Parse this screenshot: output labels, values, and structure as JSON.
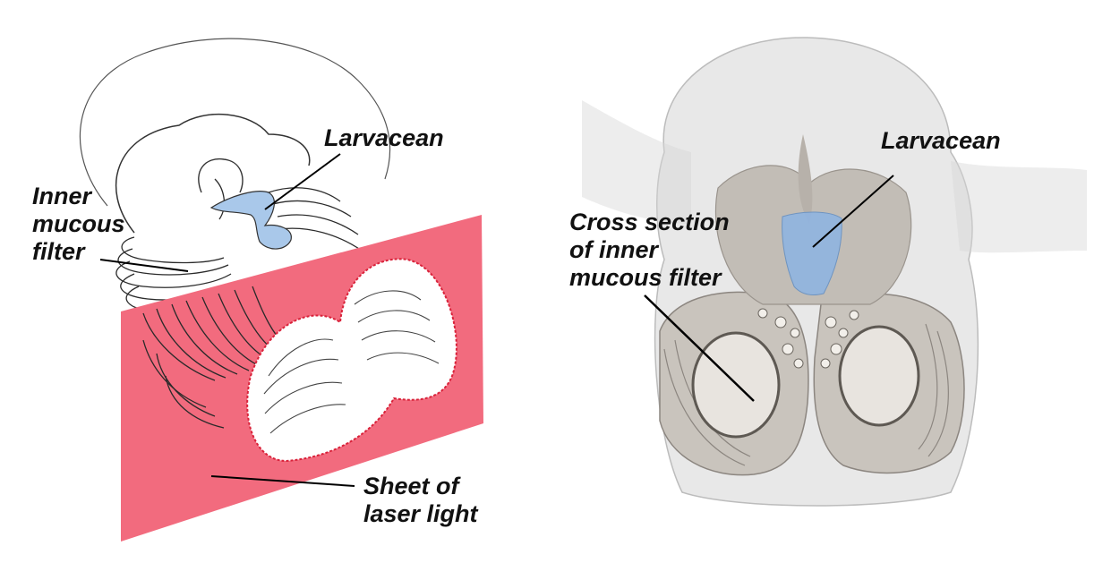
{
  "left_panel": {
    "larvacean_label": "Larvacean",
    "inner_filter_label": [
      "Inner",
      "mucous",
      "filter"
    ],
    "laser_label": [
      "Sheet of",
      "laser light"
    ]
  },
  "right_panel": {
    "larvacean_label": "Larvacean",
    "cross_section_label": [
      "Cross section",
      "of inner",
      "mucous filter"
    ]
  },
  "colors": {
    "laser_sheet": "#f26b7e",
    "laser_edge": "#d9223a",
    "larvacean": "#a9c8ea",
    "larvacean_3d": "#8fb4e0",
    "filter_tissue": "#c9c4bd",
    "housing_ghost": "#d8d8d8",
    "line_art": "#333333",
    "label_text": "#111111"
  }
}
